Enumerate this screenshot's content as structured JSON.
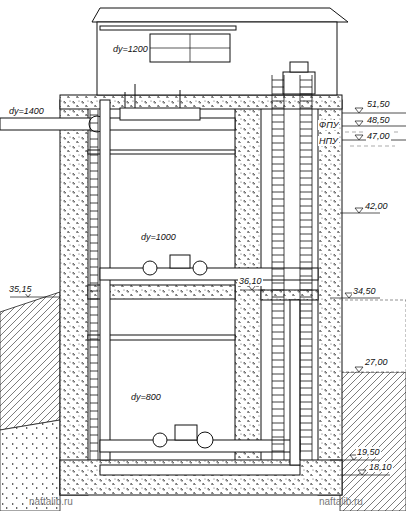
{
  "diagram": {
    "labels": [
      "dу=1200",
      "dу=1400",
      "dу=1000",
      "dу=800",
      "51,50",
      "ФПУ",
      "48,50",
      "НПУ",
      "47,00",
      "42,00",
      "35,15",
      "36,10",
      "34,50",
      "27,00",
      "19,50",
      "18,10",
      "naftalib.ru",
      "naftalib.ru"
    ]
  }
}
